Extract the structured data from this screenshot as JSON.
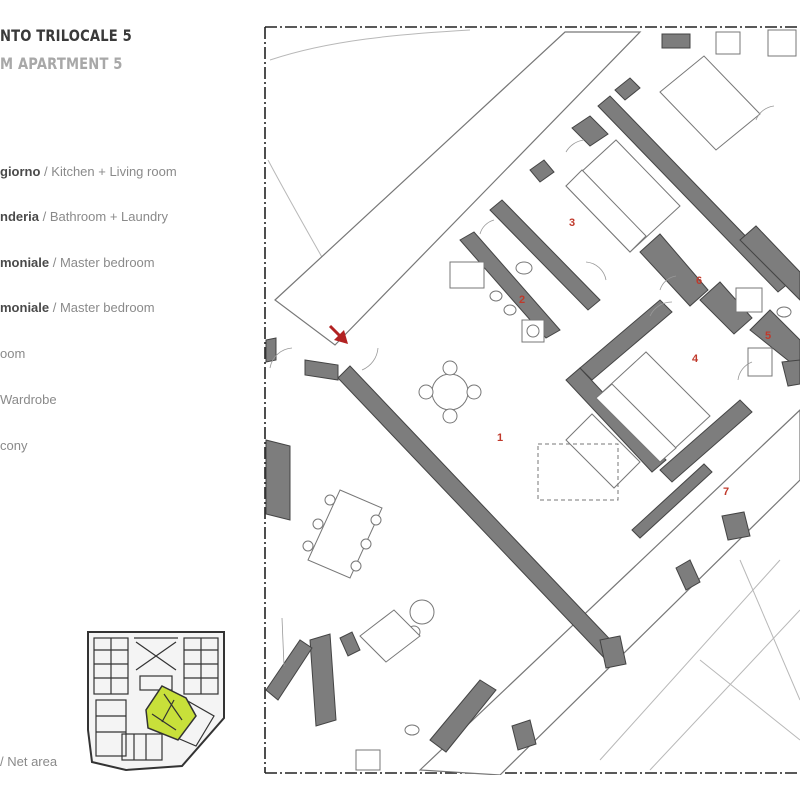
{
  "header": {
    "title_line1": "NTO TRILOCALE 5",
    "title_line2": "M APARTMENT 5"
  },
  "legend": [
    {
      "it": "giorno",
      "en": " / Kitchen + Living room"
    },
    {
      "it": "nderia",
      "en": " / Bathroom + Laundry"
    },
    {
      "it": "moniale",
      "en": " / Master bedroom"
    },
    {
      "it": "moniale",
      "en": " / Master bedroom"
    },
    {
      "it": "",
      "en": "oom"
    },
    {
      "it": "",
      "en": "Wardrobe"
    },
    {
      "it": "",
      "en": "cony"
    }
  ],
  "footer": {
    "net_area": "/ Net area"
  },
  "plan": {
    "rooms": [
      {
        "label": "1"
      },
      {
        "label": "2"
      },
      {
        "label": "3"
      },
      {
        "label": "4"
      },
      {
        "label": "5"
      },
      {
        "label": "6"
      },
      {
        "label": "7"
      }
    ],
    "colors": {
      "wall": "#7d7d7d",
      "highlight": "#c8e03a",
      "room_number": "#c0392b",
      "entry_arrow": "#b22222"
    }
  }
}
